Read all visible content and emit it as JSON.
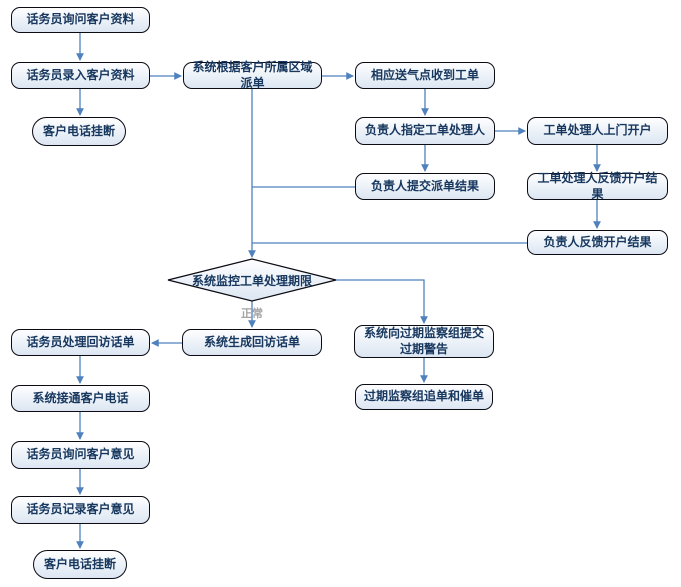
{
  "diagram": {
    "type": "flowchart",
    "nodes": {
      "ask_info": {
        "label": "话务员询问客户资料",
        "shape": "process"
      },
      "enter_info": {
        "label": "话务员录入客户资料",
        "shape": "process"
      },
      "hangup_initial": {
        "label": "客户电话挂断",
        "shape": "terminator"
      },
      "dispatch": {
        "label": "系统根据客户所属区域派单",
        "shape": "process"
      },
      "receive_order": {
        "label": "相应送气点收到工单",
        "shape": "process"
      },
      "assign_handler": {
        "label": "负责人指定工单处理人",
        "shape": "process"
      },
      "door_open": {
        "label": "工单处理人上门开户",
        "shape": "process"
      },
      "submit_result": {
        "label": "负责人提交派单结果",
        "shape": "process"
      },
      "feedback_open": {
        "label": "工单处理人反馈开户结果",
        "shape": "process"
      },
      "leader_feedback": {
        "label": "负责人反馈开户结果",
        "shape": "process"
      },
      "monitor": {
        "label": "系统监控工单处理期限",
        "shape": "decision"
      },
      "gen_callback": {
        "label": "系统生成回访话单",
        "shape": "process"
      },
      "handle_callback": {
        "label": "话务员处理回访话单",
        "shape": "process"
      },
      "overdue_warning": {
        "label": "系统向过期监察组提交过期警告",
        "shape": "process"
      },
      "overdue_chase": {
        "label": "过期监察组追单和催单",
        "shape": "process"
      },
      "connect_phone": {
        "label": "系统接通客户电话",
        "shape": "process"
      },
      "ask_opinion": {
        "label": "话务员询问客户意见",
        "shape": "process"
      },
      "record_opinion": {
        "label": "话务员记录客户意见",
        "shape": "process"
      },
      "hangup_final": {
        "label": "客户电话挂断",
        "shape": "terminator"
      }
    },
    "branch_labels": {
      "normal": "正常"
    },
    "edges": [
      {
        "from": "ask_info",
        "to": "enter_info",
        "arrow": true
      },
      {
        "from": "enter_info",
        "to": "dispatch",
        "arrow": true
      },
      {
        "from": "enter_info",
        "to": "hangup_initial",
        "arrow": true
      },
      {
        "from": "dispatch",
        "to": "receive_order",
        "arrow": true
      },
      {
        "from": "receive_order",
        "to": "assign_handler",
        "arrow": true
      },
      {
        "from": "assign_handler",
        "to": "door_open",
        "arrow": true
      },
      {
        "from": "assign_handler",
        "to": "submit_result",
        "arrow": true
      },
      {
        "from": "door_open",
        "to": "feedback_open",
        "arrow": true
      },
      {
        "from": "feedback_open",
        "to": "leader_feedback",
        "arrow": true
      },
      {
        "from": "submit_result",
        "to": "monitor",
        "arrow": false
      },
      {
        "from": "leader_feedback",
        "to": "monitor",
        "arrow": false
      },
      {
        "from": "dispatch",
        "to": "monitor",
        "arrow": true
      },
      {
        "from": "monitor",
        "to": "gen_callback",
        "arrow": true,
        "label": "正常"
      },
      {
        "from": "monitor",
        "to": "overdue_warning",
        "arrow": true
      },
      {
        "from": "overdue_warning",
        "to": "overdue_chase",
        "arrow": true
      },
      {
        "from": "gen_callback",
        "to": "handle_callback",
        "arrow": true
      },
      {
        "from": "handle_callback",
        "to": "connect_phone",
        "arrow": true
      },
      {
        "from": "connect_phone",
        "to": "ask_opinion",
        "arrow": true
      },
      {
        "from": "ask_opinion",
        "to": "record_opinion",
        "arrow": true
      },
      {
        "from": "record_opinion",
        "to": "hangup_final",
        "arrow": true
      }
    ],
    "colors": {
      "node_fill_top": "#fefeff",
      "node_fill_bottom": "#dce6f2",
      "node_border": "#0b0b14",
      "node_text": "#17375e",
      "connector": "#4f81bd",
      "branch_label_text": "#a3a3a3",
      "background": "#ffffff"
    }
  }
}
